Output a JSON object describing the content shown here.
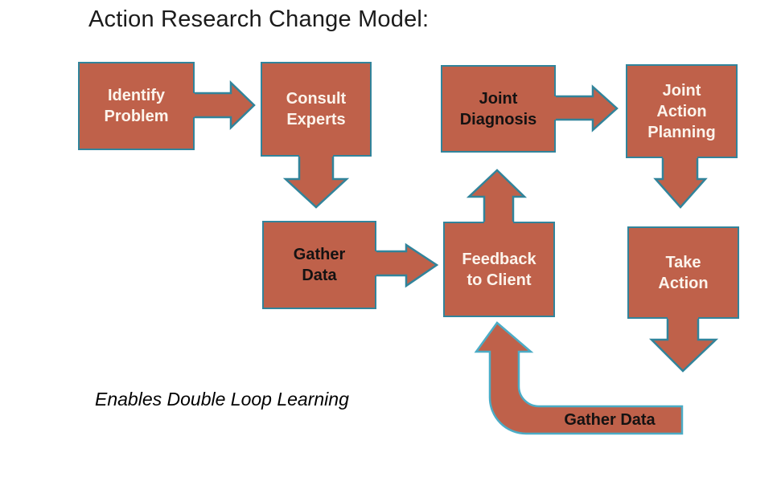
{
  "title": "Action Research Change Model:",
  "footnote": "Enables Double Loop Learning",
  "colors": {
    "shape_fill": "#bf614a",
    "shape_border": "#31849b",
    "loop_border": "#4bacc6",
    "light_text": "#fcf4ec",
    "dark_text": "#141212",
    "title_text": "#1b1b1b"
  },
  "diagram": {
    "boxes": [
      {
        "id": "identify-problem",
        "label": "Identify Problem",
        "lines": [
          "Identify",
          "Problem"
        ],
        "text_color": "white"
      },
      {
        "id": "consult-experts",
        "label": "Consult Experts",
        "lines": [
          "Consult",
          "Experts"
        ],
        "text_color": "white"
      },
      {
        "id": "joint-diagnosis",
        "label": "Joint Diagnosis",
        "lines": [
          "Joint",
          "Diagnosis"
        ],
        "text_color": "black"
      },
      {
        "id": "joint-action-planning",
        "label": "Joint Action Planning",
        "lines": [
          "Joint",
          "Action",
          "Planning"
        ],
        "text_color": "white"
      },
      {
        "id": "gather-data",
        "label": "Gather Data",
        "lines": [
          "Gather",
          "Data"
        ],
        "text_color": "black"
      },
      {
        "id": "feedback-to-client",
        "label": "Feedback to Client",
        "lines": [
          "Feedback",
          "to Client"
        ],
        "text_color": "white"
      },
      {
        "id": "take-action",
        "label": "Take Action",
        "lines": [
          "Take",
          "Action"
        ],
        "text_color": "white"
      }
    ],
    "connections": [
      {
        "from": "identify-problem",
        "to": "consult-experts",
        "direction": "right"
      },
      {
        "from": "consult-experts",
        "to": "gather-data",
        "direction": "down"
      },
      {
        "from": "gather-data",
        "to": "feedback-to-client",
        "direction": "right"
      },
      {
        "from": "feedback-to-client",
        "to": "joint-diagnosis",
        "direction": "up"
      },
      {
        "from": "joint-diagnosis",
        "to": "joint-action-planning",
        "direction": "right"
      },
      {
        "from": "joint-action-planning",
        "to": "take-action",
        "direction": "down"
      },
      {
        "from": "take-action",
        "to": null,
        "direction": "down"
      }
    ],
    "loop_arrow": {
      "label": "Gather Data",
      "to": "feedback-to-client",
      "direction": "left-then-up"
    }
  }
}
